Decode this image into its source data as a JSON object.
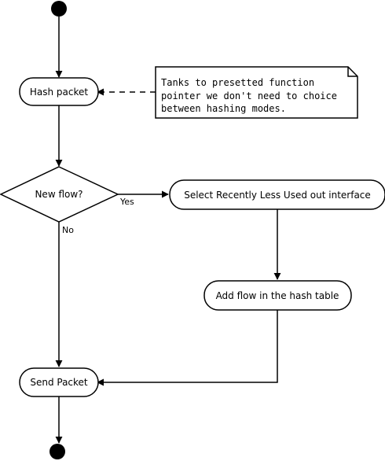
{
  "diagram": {
    "nodes": {
      "hash_packet": "Hash packet",
      "new_flow": "New flow?",
      "select_interface": "Select Recently Less Used out interface",
      "add_flow": "Add flow in the hash table",
      "send_packet": "Send Packet"
    },
    "edge_labels": {
      "yes": "Yes",
      "no": "No"
    },
    "note": {
      "lines": [
        "Tanks to presetted function",
        "pointer we don't need to choice",
        "between hashing modes."
      ]
    }
  }
}
